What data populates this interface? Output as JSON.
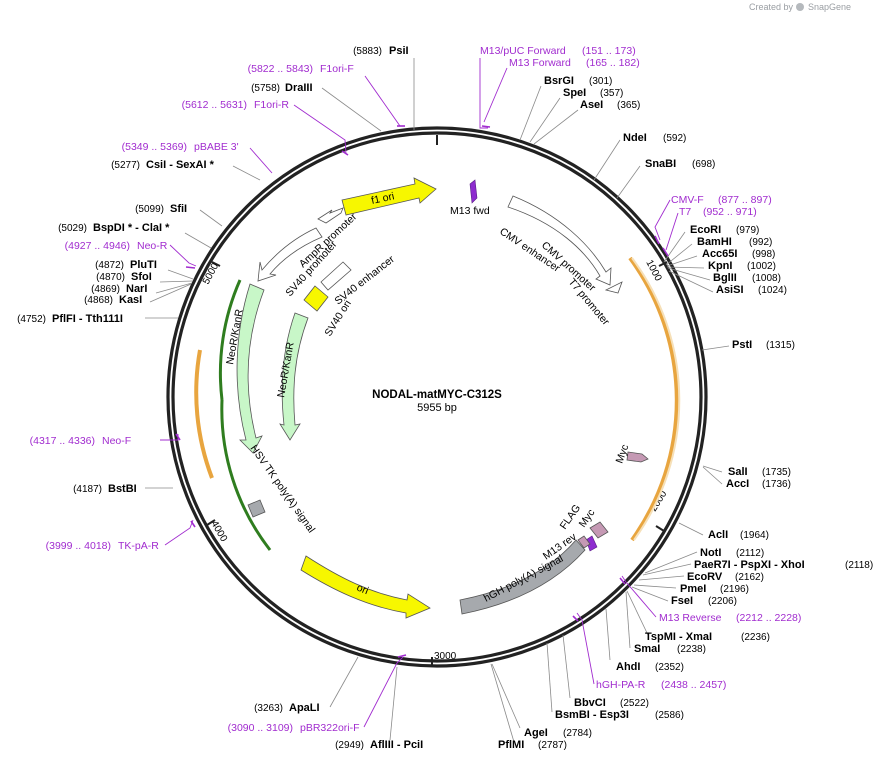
{
  "header": {
    "created_by": "Created by",
    "brand": "SnapGene"
  },
  "plasmid": {
    "name": "NODAL-matMYC-C312S",
    "length": "5955 bp"
  },
  "ticks": [
    "1000",
    "2000",
    "3000",
    "4000",
    "5000"
  ],
  "colors": {
    "primer": "#a12ccf",
    "ori": "#f7f700",
    "marker": "#c8f7c8",
    "tag": "#c599b4",
    "promoter": "#ffffff",
    "polyA": "#a6a9ad",
    "m13": "#8e2ccf",
    "orange_band": "#e8a53f",
    "green_band": "#2f7d1f"
  },
  "enzymes": [
    {
      "name": "PsiI",
      "pos": "(5883)"
    },
    {
      "name": "DraIII",
      "pos": "(5758)"
    },
    {
      "name": "CsiI  - SexAI *",
      "pos": "(5277)"
    },
    {
      "name": "SfiI",
      "pos": "(5099)"
    },
    {
      "name": "BspDI * - ClaI *",
      "pos": "(5029)"
    },
    {
      "name": "PluTI",
      "pos": "(4872)"
    },
    {
      "name": "SfoI",
      "pos": "(4870)"
    },
    {
      "name": "NarI",
      "pos": "(4869)"
    },
    {
      "name": "KasI",
      "pos": "(4868)"
    },
    {
      "name": "PflFI  - Tth111I",
      "pos": "(4752)"
    },
    {
      "name": "BstBI",
      "pos": "(4187)"
    },
    {
      "name": "ApaLI",
      "pos": "(3263)"
    },
    {
      "name": "AflIII  - PciI",
      "pos": "(2949)"
    },
    {
      "name": "BsrGI",
      "pos": "(301)"
    },
    {
      "name": "SpeI",
      "pos": "(357)"
    },
    {
      "name": "AseI",
      "pos": "(365)"
    },
    {
      "name": "NdeI",
      "pos": "(592)"
    },
    {
      "name": "SnaBI",
      "pos": "(698)"
    },
    {
      "name": "EcoRI",
      "pos": "(979)"
    },
    {
      "name": "BamHI",
      "pos": "(992)"
    },
    {
      "name": "Acc65I",
      "pos": "(998)"
    },
    {
      "name": "KpnI",
      "pos": "(1002)"
    },
    {
      "name": "BglII",
      "pos": "(1008)"
    },
    {
      "name": "AsiSI",
      "pos": "(1024)"
    },
    {
      "name": "PstI",
      "pos": "(1315)"
    },
    {
      "name": "SalI",
      "pos": "(1735)"
    },
    {
      "name": "AccI",
      "pos": "(1736)"
    },
    {
      "name": "AclI",
      "pos": "(1964)"
    },
    {
      "name": "NotI",
      "pos": "(2112)"
    },
    {
      "name": "PaeR7I  - PspXI  - XhoI",
      "pos": "(2118)"
    },
    {
      "name": "EcoRV",
      "pos": "(2162)"
    },
    {
      "name": "PmeI",
      "pos": "(2196)"
    },
    {
      "name": "FseI",
      "pos": "(2206)"
    },
    {
      "name": "TspMI  - XmaI",
      "pos": "(2236)"
    },
    {
      "name": "SmaI",
      "pos": "(2238)"
    },
    {
      "name": "AhdI",
      "pos": "(2352)"
    },
    {
      "name": "BbvCI",
      "pos": "(2522)"
    },
    {
      "name": "BsmBI  - Esp3I",
      "pos": "(2586)"
    },
    {
      "name": "AgeI",
      "pos": "(2784)"
    },
    {
      "name": "PflMI",
      "pos": "(2787)"
    }
  ],
  "primers": [
    {
      "name": "M13/pUC Forward",
      "range": "(151 .. 173)"
    },
    {
      "name": "M13 Forward",
      "range": "(165 .. 182)"
    },
    {
      "name": "F1ori-F",
      "range": "(5822 .. 5843)"
    },
    {
      "name": "F1ori-R",
      "range": "(5612 .. 5631)"
    },
    {
      "name": "pBABE 3'",
      "range": "(5349 .. 5369)"
    },
    {
      "name": "Neo-R",
      "range": "(4927 .. 4946)"
    },
    {
      "name": "Neo-F",
      "range": "(4317 .. 4336)"
    },
    {
      "name": "TK-pA-R",
      "range": "(3999 .. 4018)"
    },
    {
      "name": "pBR322ori-F",
      "range": "(3090 .. 3109)"
    },
    {
      "name": "CMV-F",
      "range": "(877 .. 897)"
    },
    {
      "name": "T7",
      "range": "(952 .. 971)"
    },
    {
      "name": "M13 Reverse",
      "range": "(2212 .. 2228)"
    },
    {
      "name": "hGH-PA-R",
      "range": "(2438 .. 2457)"
    }
  ],
  "features": [
    {
      "label": "f1 ori"
    },
    {
      "label": "M13 fwd"
    },
    {
      "label": "CMV enhancer"
    },
    {
      "label": "CMV promoter"
    },
    {
      "label": "T7 promoter"
    },
    {
      "label": "AmpR promoter"
    },
    {
      "label": "SV40 promoter"
    },
    {
      "label": "SV40 enhancer"
    },
    {
      "label": "SV40 ori"
    },
    {
      "label": "NeoR/KanR"
    },
    {
      "label": "NeoR/KanR"
    },
    {
      "label": "HSV TK poly(A) signal"
    },
    {
      "label": "ori"
    },
    {
      "label": "hGH poly(A) signal"
    },
    {
      "label": "M13 rev"
    },
    {
      "label": "FLAG"
    },
    {
      "label": "Myc"
    },
    {
      "label": "Myc"
    }
  ]
}
